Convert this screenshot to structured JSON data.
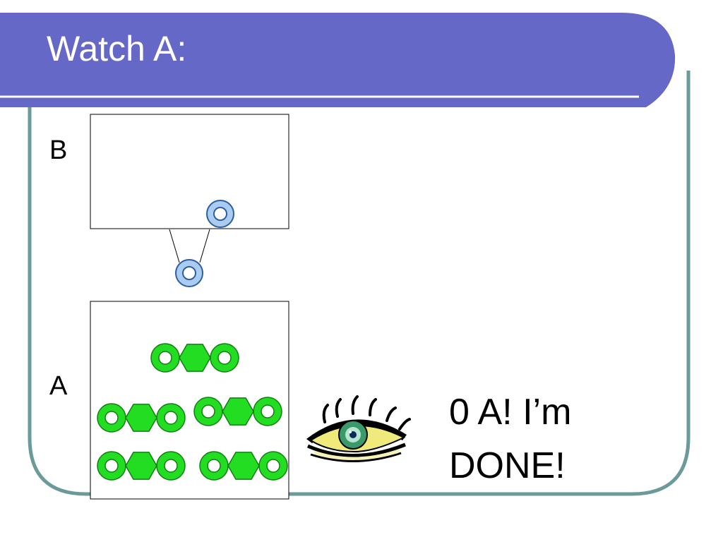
{
  "slide": {
    "title": "Watch A:",
    "label_b": "B",
    "label_a": "A",
    "message_line1": "0 A! I’m",
    "message_line2": "DONE!"
  },
  "colors": {
    "title_bar": "#6668c8",
    "frame": "#6b9a9a",
    "a_molecule": "#22dd22",
    "b_molecule": "#a9ccf0",
    "eye_lid": "#f0ea7a",
    "eye_iris": "#3a9a6a"
  },
  "icons": [
    "eye-icon"
  ]
}
